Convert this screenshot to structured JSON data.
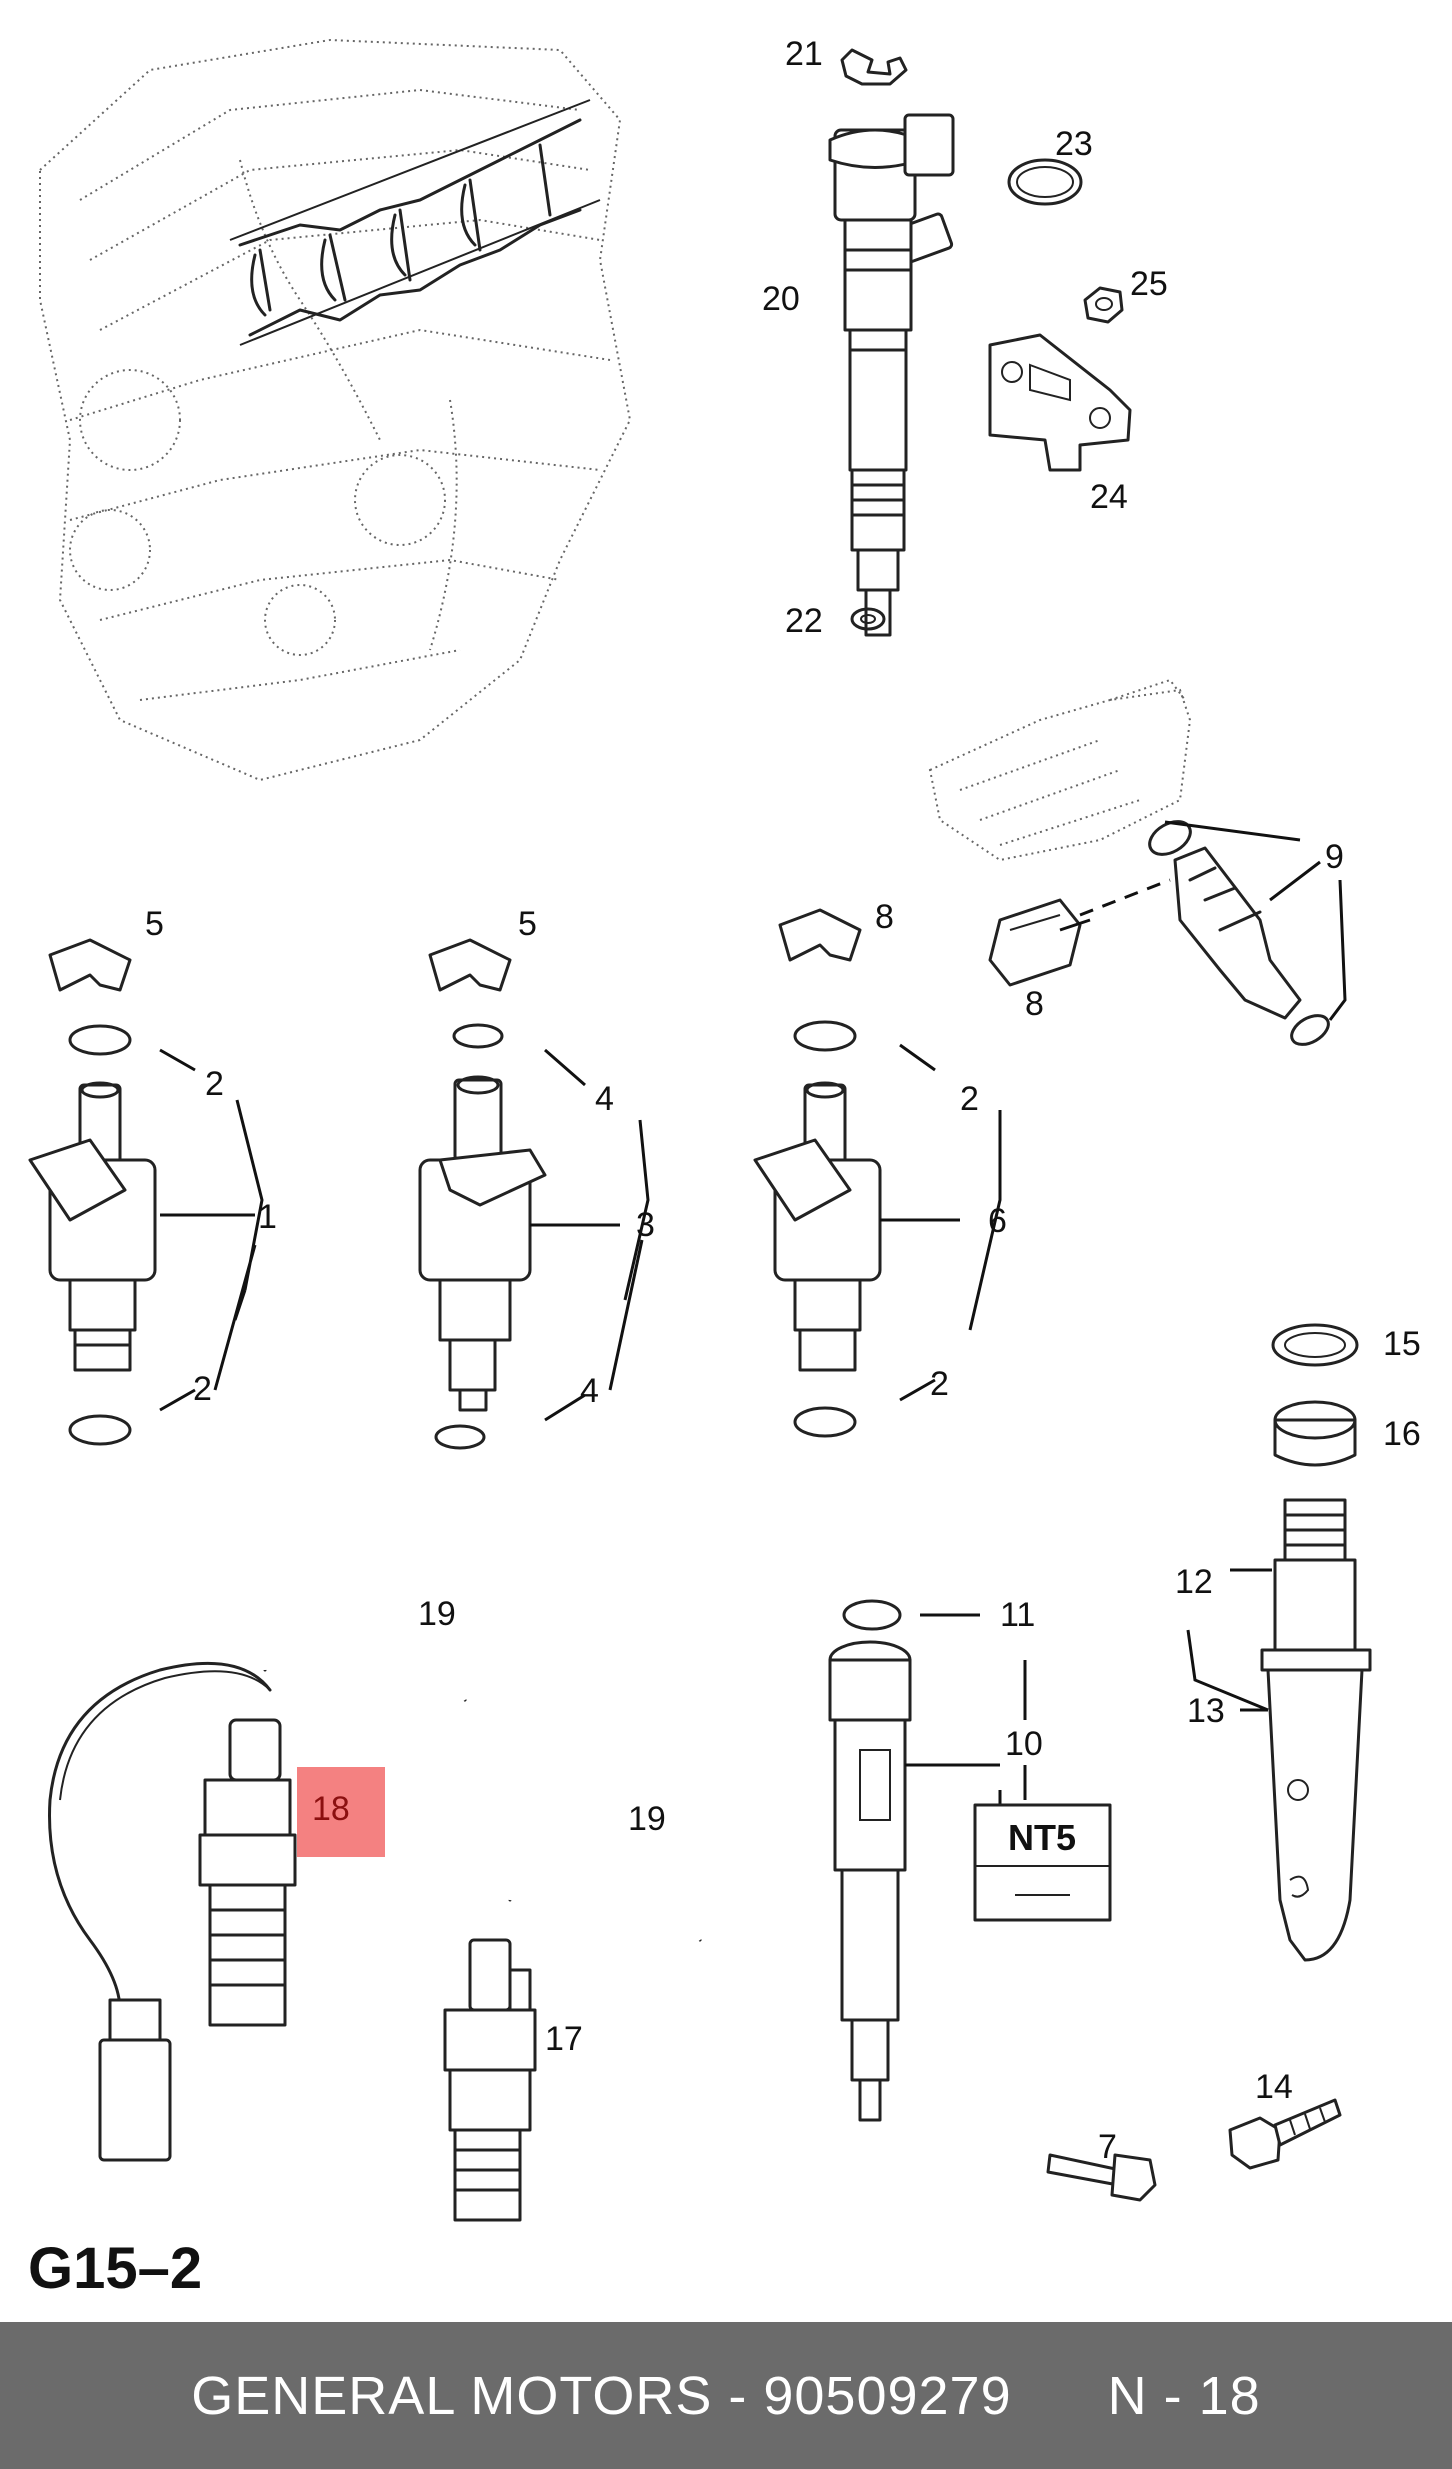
{
  "labels": {
    "l1": "1",
    "l2a": "2",
    "l2b": "2",
    "l2c": "2",
    "l2d": "2",
    "l3": "3",
    "l4a": "4",
    "l4b": "4",
    "l5a": "5",
    "l5b": "5",
    "l6": "6",
    "l7": "7",
    "l8a": "8",
    "l8b": "8",
    "l9": "9",
    "l10": "10",
    "l11": "11",
    "l12": "12",
    "l13": "13",
    "l14": "14",
    "l15": "15",
    "l16": "16",
    "l17": "17",
    "l18": "18",
    "l19a": "19",
    "l19b": "19",
    "l20": "20",
    "l21": "21",
    "l22": "22",
    "l23": "23",
    "l24": "24",
    "l25": "25"
  },
  "tool_box": "NT5",
  "highlight_color": "#f26b6b",
  "ref_code": "G15–2",
  "footer": {
    "brand": "GENERAL MOTORS",
    "separator": " - ",
    "part_number": "90509279",
    "page": "N - 18"
  }
}
